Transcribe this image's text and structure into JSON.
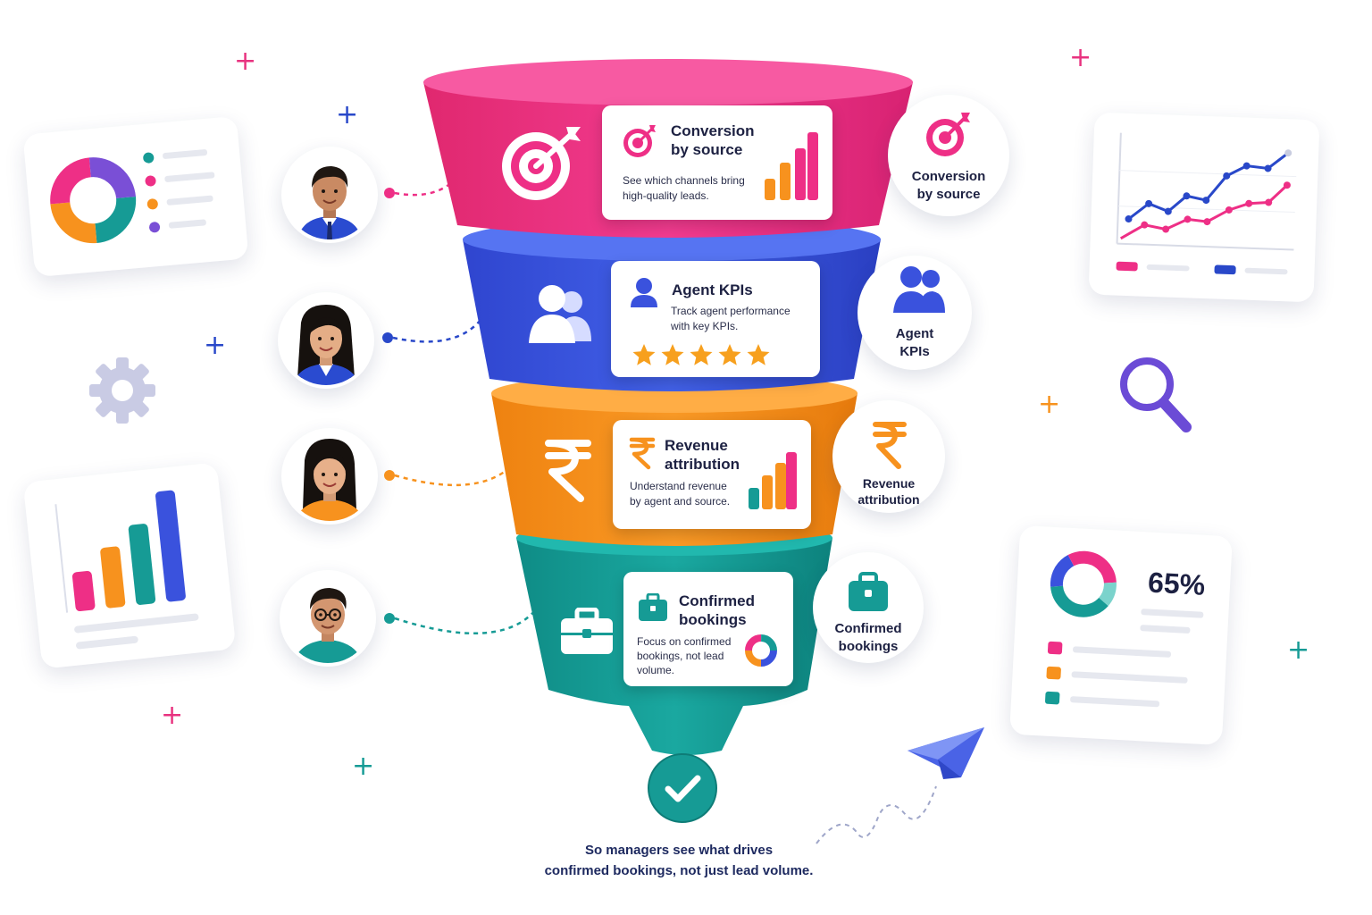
{
  "stages": [
    {
      "title": "Conversion\nby source",
      "description": "See which channels bring\nhigh-quality leads.",
      "side_label": "Conversion\nby source",
      "icon": "target-icon",
      "color": "#ee2f86"
    },
    {
      "title": "Agent KPIs",
      "description": "Track agent performance\nwith key KPIs.",
      "side_label": "Agent\nKPIs",
      "icon": "users-icon",
      "color": "#3a52dd",
      "stars": 5
    },
    {
      "title": "Revenue\nattribution",
      "description": "Understand revenue\nby agent and source.",
      "side_label": "Revenue\nattribution",
      "icon": "rupee-icon",
      "color": "#f7921e"
    },
    {
      "title": "Confirmed\nbookings",
      "description": "Focus on confirmed\nbookings, not lead\nvolume.",
      "side_label": "Confirmed\nbookings",
      "icon": "briefcase-icon",
      "color": "#169b95"
    }
  ],
  "caption": "So managers see what drives\nconfirmed bookings, not just lead volume.",
  "stat_card": {
    "value": "65%"
  },
  "colors": {
    "pink": "#ee2f86",
    "blue": "#3a52dd",
    "orange": "#f7921e",
    "teal": "#169b95",
    "purple": "#7a4fd6"
  }
}
